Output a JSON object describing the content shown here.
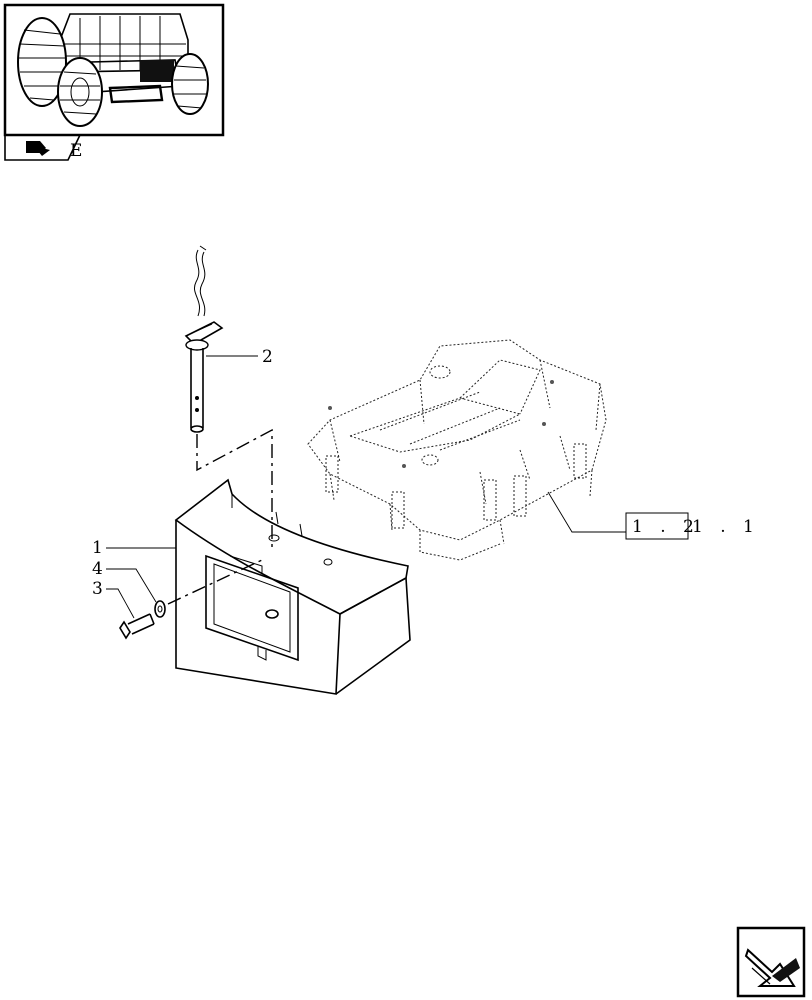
{
  "thumbnail": {
    "icon": "tractor-thumbnail",
    "tab_icon": "book-icon",
    "tab_text": "E"
  },
  "callouts": {
    "part_1": "1",
    "part_2": "2",
    "part_3": "3",
    "part_4": "4"
  },
  "reference": {
    "boxed_text": "1 . 2",
    "tail_text": "1 . 1"
  },
  "nav": {
    "next_page_icon": "arrow-next-page-icon"
  }
}
